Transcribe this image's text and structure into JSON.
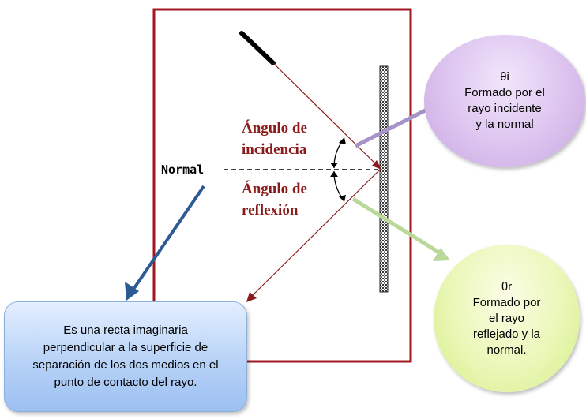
{
  "labels": {
    "angle_incidence_line1": "Ángulo de",
    "angle_incidence_line2": "incidencia",
    "angle_reflection_line1": "Ángulo de",
    "angle_reflection_line2": "reflexión",
    "normal": "Normal"
  },
  "bubble_incident": {
    "symbol": "θi",
    "lines": [
      "Formado por el",
      "rayo incidente",
      "y la normal"
    ]
  },
  "bubble_reflected": {
    "symbol": "θr",
    "lines": [
      "Formado por",
      "el rayo",
      "reflejado y la",
      "normal."
    ]
  },
  "callout_normal": {
    "lines": [
      "Es una recta imaginaria",
      "perpendicular  a la superficie de",
      "separación de los dos medios en el",
      "punto de contacto del rayo."
    ]
  },
  "colors": {
    "frame": "#a01820",
    "ray": "#8b1a1a",
    "label_red": "#8b1a1a",
    "arrow_incident": "#a693c7",
    "arrow_reflected": "#b9d89a",
    "arrow_normal": "#2e5a93"
  }
}
